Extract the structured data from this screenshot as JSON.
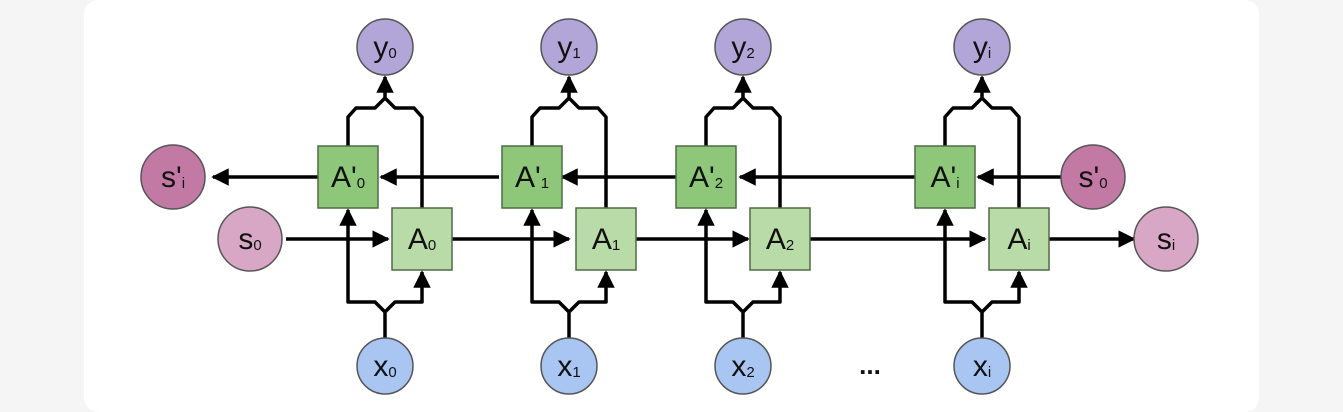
{
  "diagram": {
    "colors": {
      "output_node": "#b1a6d7",
      "input_node": "#a9c5f1",
      "state_node": "#d9a7c6",
      "reverse_state_node": "#c27aa5",
      "forward_cell": "#b9dba7",
      "backward_cell": "#8ec77a",
      "edge": "#000000"
    },
    "outputs": [
      {
        "letter": "y",
        "sub": "0"
      },
      {
        "letter": "y",
        "sub": "1"
      },
      {
        "letter": "y",
        "sub": "2"
      },
      {
        "letter": "y",
        "sub": "i"
      }
    ],
    "inputs": [
      {
        "letter": "x",
        "sub": "0"
      },
      {
        "letter": "x",
        "sub": "1"
      },
      {
        "letter": "x",
        "sub": "2"
      },
      {
        "letter": "x",
        "sub": "i"
      }
    ],
    "forward_cells": [
      {
        "letter": "A",
        "sub": "0"
      },
      {
        "letter": "A",
        "sub": "1"
      },
      {
        "letter": "A",
        "sub": "2"
      },
      {
        "letter": "A",
        "sub": "i"
      }
    ],
    "backward_cells": [
      {
        "letter": "A'",
        "sub": "0"
      },
      {
        "letter": "A'",
        "sub": "1"
      },
      {
        "letter": "A'",
        "sub": "2"
      },
      {
        "letter": "A'",
        "sub": "i"
      }
    ],
    "forward_state_start": {
      "letter": "s",
      "sub": "0"
    },
    "forward_state_end": {
      "letter": "s",
      "sub": "i"
    },
    "backward_state_start": {
      "letter": "s'",
      "sub": "0"
    },
    "backward_state_end": {
      "letter": "s'",
      "sub": "i"
    },
    "ellipsis": "..."
  }
}
